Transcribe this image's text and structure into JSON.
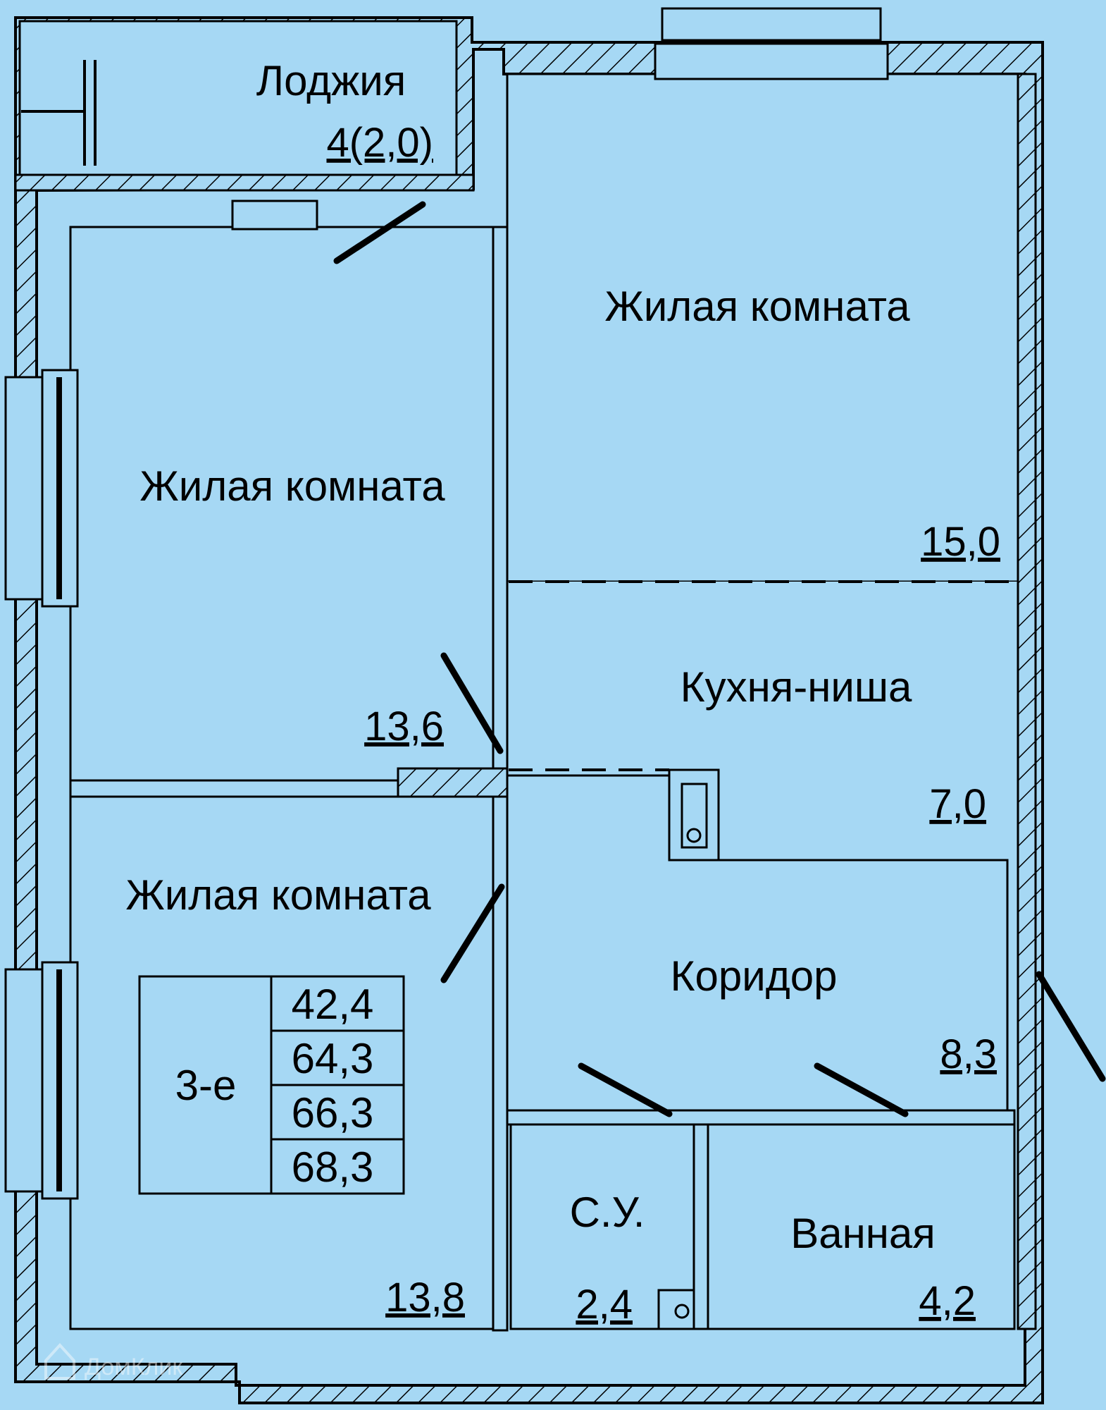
{
  "rooms": {
    "loggia": {
      "name": "Лоджия",
      "area": "4(2,0)"
    },
    "bedroom_top": {
      "name": "Жилая комната",
      "area": "15,0"
    },
    "bedroom_left": {
      "name": "Жилая комната",
      "area": "13,6"
    },
    "kitchen": {
      "name": "Кухня-ниша",
      "area": "7,0"
    },
    "bedroom_bottom": {
      "name": "Жилая комната",
      "area": "13,8"
    },
    "corridor": {
      "name": "Коридор",
      "area": "8,3"
    },
    "wc": {
      "name": "С.У.",
      "area": "2,4"
    },
    "bathroom": {
      "name": "Ванная",
      "area": "4,2"
    }
  },
  "summary": {
    "floor": "3-е",
    "areas": [
      "42,4",
      "64,3",
      "66,3",
      "68,3"
    ]
  },
  "watermark": "ДомКлик",
  "colors": {
    "room_fill": "#a6d8f4",
    "wall_fill": "#9fd3f2",
    "stroke": "#000000"
  }
}
